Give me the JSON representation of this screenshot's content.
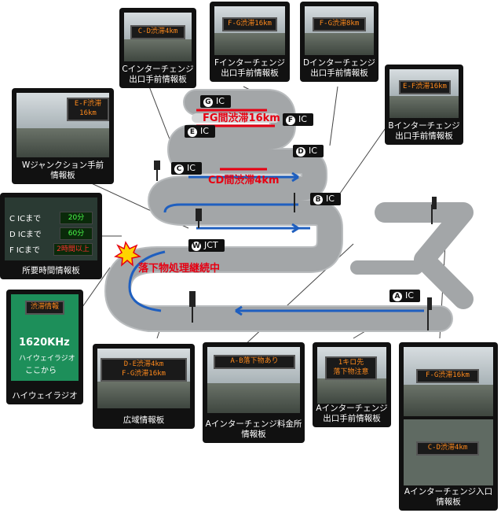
{
  "road_labels": {
    "fg_jam": "FG間渋滞16km",
    "cd_jam": "CD間渋滞4km",
    "debris": "落下物処理継続中"
  },
  "ic_labels": [
    {
      "badge": "G",
      "text": "IC"
    },
    {
      "badge": "F",
      "text": "IC"
    },
    {
      "badge": "E",
      "text": "IC"
    },
    {
      "badge": "D",
      "text": "IC"
    },
    {
      "badge": "C",
      "text": "IC"
    },
    {
      "badge": "B",
      "text": "IC"
    },
    {
      "badge": "W",
      "text": "JCT"
    },
    {
      "badge": "A",
      "text": "IC"
    }
  ],
  "cards": {
    "c_exit": {
      "sign": "C-D渋滞4km",
      "caption": "Cインターチェンジ\n出口手前情報板"
    },
    "f_exit": {
      "sign": "F-G渋滞16km",
      "caption": "Fインターチェンジ\n出口手前情報板"
    },
    "d_exit": {
      "sign": "F-G渋滞8km",
      "caption": "Dインターチェンジ\n出口手前情報板"
    },
    "b_exit": {
      "sign": "E-F渋滞16km",
      "caption": "Bインターチェンジ\n出口手前情報板"
    },
    "w_jct": {
      "sign": "E-F渋滞\n16km",
      "caption": "Wジャンクション手前\n情報板"
    },
    "travel_time": {
      "caption": "所要時間情報板",
      "rows": [
        {
          "name": "C ICまで",
          "value": "20分"
        },
        {
          "name": "D ICまで",
          "value": "60分"
        },
        {
          "name": "F ICまで",
          "value": "2時間以上"
        }
      ]
    },
    "radio": {
      "sign": "渋滞情報",
      "freq": "1620KHz",
      "line1": "ハイウェイラジオ",
      "line2": "ここから",
      "caption": "ハイウェイラジオ"
    },
    "wide": {
      "sign": "D-E渋滞4km\nF-G渋滞16km",
      "caption": "広域情報板"
    },
    "a_toll": {
      "sign": "A-B落下物あり",
      "caption": "Aインターチェンジ料金所\n情報板"
    },
    "a_exit": {
      "sign": "1キロ先\n落下物注意",
      "caption": "Aインターチェンジ\n出口手前情報板"
    },
    "a_entry": {
      "sign1": "F-G渋滞16km",
      "sign2": "C-D渋滞4km",
      "caption": "Aインターチェンジ入口\n情報板"
    }
  },
  "colors": {
    "road": "#a9acae",
    "arrow": "#1f5fbf",
    "jam": "#e60012",
    "card": "#111111",
    "sign_text": "#ff8a1c"
  }
}
